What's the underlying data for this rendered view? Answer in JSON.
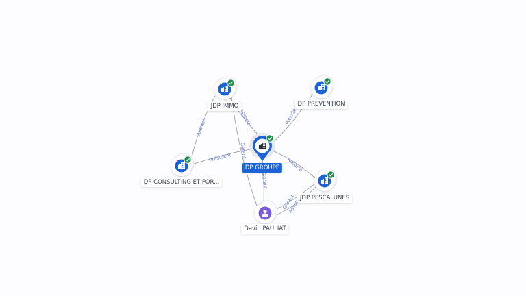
{
  "nodes": [
    {
      "id": "jdp_immo",
      "label": "JDP IMMO",
      "kind": "company",
      "verified": true
    },
    {
      "id": "dp_prevention",
      "label": "DP PREVENTION",
      "kind": "company",
      "verified": true
    },
    {
      "id": "dp_groupe",
      "label": "DP GROUPE",
      "kind": "company",
      "verified": true,
      "selected": true
    },
    {
      "id": "dp_consulting",
      "label": "DP CONSULTING ET FOR...",
      "kind": "company",
      "verified": true
    },
    {
      "id": "jdp_pescalunes",
      "label": "JDP PESCALUNES",
      "kind": "company",
      "verified": true
    },
    {
      "id": "david_pauliat",
      "label": "David PAULIAT",
      "kind": "person",
      "verified": false
    }
  ],
  "edges": [
    {
      "label": "Associé"
    },
    {
      "label": "Associé"
    },
    {
      "label": "Président"
    },
    {
      "label": "Président"
    },
    {
      "label": "Associé"
    },
    {
      "label": "Gérant"
    },
    {
      "label": "Gérant"
    },
    {
      "label": "Gérant"
    },
    {
      "label": "Associé"
    }
  ],
  "colors": {
    "company": "#1e63d6",
    "person": "#7b5cd6",
    "verified": "#1e8e4a",
    "edge": "#8a93a6",
    "edge_label": "#6b7fd0"
  }
}
